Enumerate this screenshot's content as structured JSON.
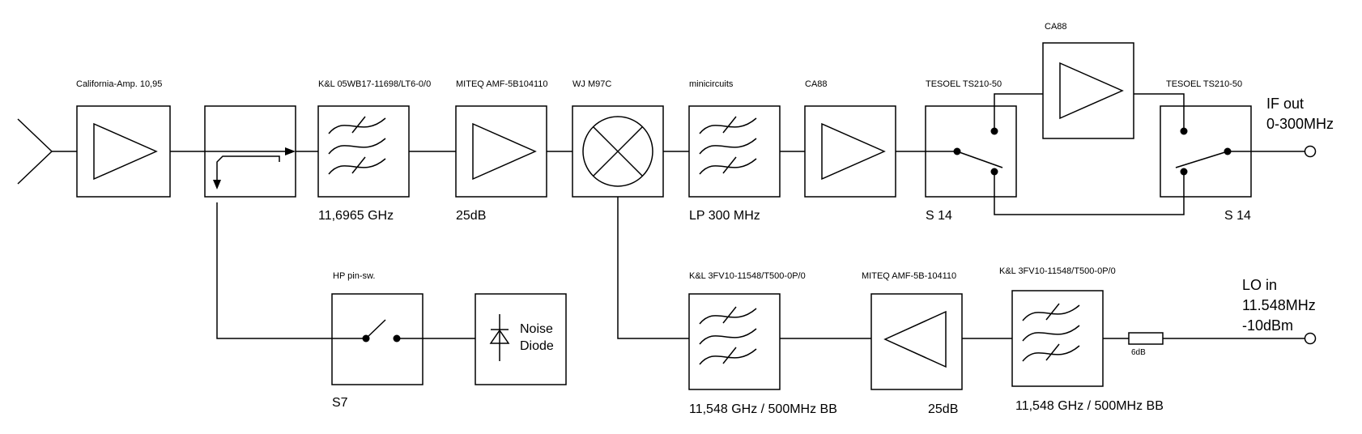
{
  "labels": {
    "lna_name": "California-Amp. 10,95",
    "filter1_name": "K&L 05WB17-11698/LT6-0/0",
    "filter1_freq": "11,6965 GHz",
    "amp1_name": "MITEQ AMF-5B104110",
    "amp1_gain": "25dB",
    "mixer_name": "WJ M97C",
    "lpf_name": "minicircuits",
    "lpf_value": "LP 300 MHz",
    "ifamp1_name": "CA88",
    "ifamp2_name": "CA88",
    "sw1_name": "TESOEL TS210-50",
    "sw1_id": "S 14",
    "sw2_name": "TESOEL TS210-50",
    "sw2_id": "S 14",
    "if_out_line1": "IF out",
    "if_out_line2": "0-300MHz",
    "pin_sw_name": "HP pin-sw.",
    "pin_sw_id": "S7",
    "noise_line1": "Noise",
    "noise_line2": "Diode",
    "lo_filter1_name": "K&L 3FV10-11548/T500-0P/0",
    "lo_filter1_freq": "11,548 GHz / 500MHz BB",
    "lo_amp_name": "MITEQ AMF-5B-104110",
    "lo_amp_gain": "25dB",
    "lo_filter2_name": "K&L 3FV10-11548/T500-0P/0",
    "lo_filter2_freq": "11,548 GHz / 500MHz BB",
    "atten_value": "6dB",
    "lo_in_line1": "LO in",
    "lo_in_line2": "11.548MHz",
    "lo_in_line3": "-10dBm"
  },
  "icons": {
    "antenna": "antenna-icon",
    "amplifier": "amplifier-triangle-icon",
    "coupler": "directional-coupler-icon",
    "filter": "bandpass-filter-icon",
    "mixer": "mixer-icon",
    "switch": "switch-icon",
    "diode": "noise-diode-icon",
    "resistor": "attenuator-icon",
    "port": "port-circle-icon"
  },
  "colors": {
    "line": "#000000",
    "background": "#ffffff"
  }
}
